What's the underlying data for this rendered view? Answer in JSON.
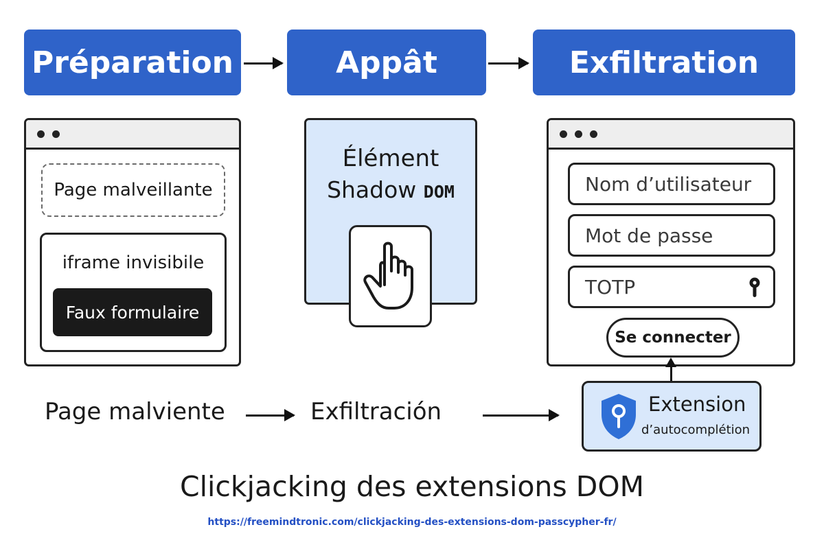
{
  "stages": [
    {
      "label": "Préparation"
    },
    {
      "label": "Appât"
    },
    {
      "label": "Exfiltration"
    }
  ],
  "prep": {
    "malicious_page": "Page malveillante",
    "iframe_label": "iframe invisibile",
    "fake_form": "Faux formulaire"
  },
  "bait": {
    "line1": "Élément",
    "line2_word": "Shadow",
    "line2_code": "DOM"
  },
  "login": {
    "username": "Nom d’utilisateur",
    "password": "Mot de passe",
    "totp": "TOTP",
    "submit": "Se connecter"
  },
  "extension": {
    "title": "Extension",
    "subtitle": "d’autocomplétion"
  },
  "flow": {
    "step1": "Page malviente",
    "step2": "Exfiltración"
  },
  "title": "Clickjacking des extensions DOM",
  "url": "https://freemindtronic.com/clickjacking-des-extensions-dom-passcypher-fr/",
  "colors": {
    "stage_blue": "#2f63c9",
    "light_blue": "#d9e8fb",
    "dark": "#1a1a1a",
    "shield_blue": "#2f6fd6",
    "link_blue": "#2450c4"
  }
}
